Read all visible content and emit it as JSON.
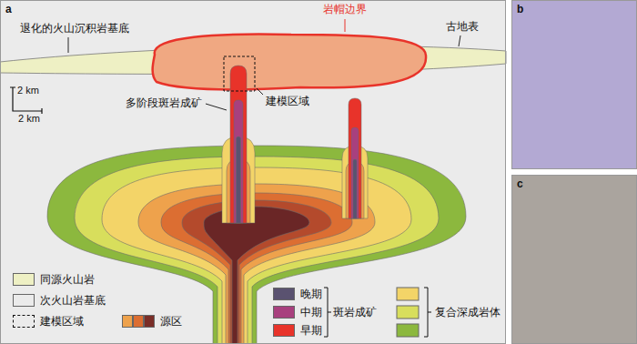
{
  "diagram": {
    "nodes": [
      {
        "text": [
          "a"
        ]
      },
      {
        "text": [
          "b"
        ]
      },
      {
        "text": [
          "c"
        ]
      }
    ],
    "labels": [
      "退化的火山沉积岩基底",
      "岩帽边界",
      "古地表",
      "2 km",
      "2 km",
      "多阶段斑岩成矿",
      "建模区域",
      "斑岩成矿",
      "复合深成岩体"
    ],
    "legend": [
      {
        "text": "同源火山岩",
        "color": "#eef0c4"
      },
      {
        "text": "次火山岩基底",
        "color": "#ebebeb"
      },
      {
        "text": "建模区域"
      },
      {
        "text": "源区"
      },
      {
        "text": "晚期",
        "color": "#5a5270"
      },
      {
        "text": "中期",
        "color": "#a8407e"
      },
      {
        "text": "早期",
        "color": "#e8332a"
      }
    ]
  }
}
